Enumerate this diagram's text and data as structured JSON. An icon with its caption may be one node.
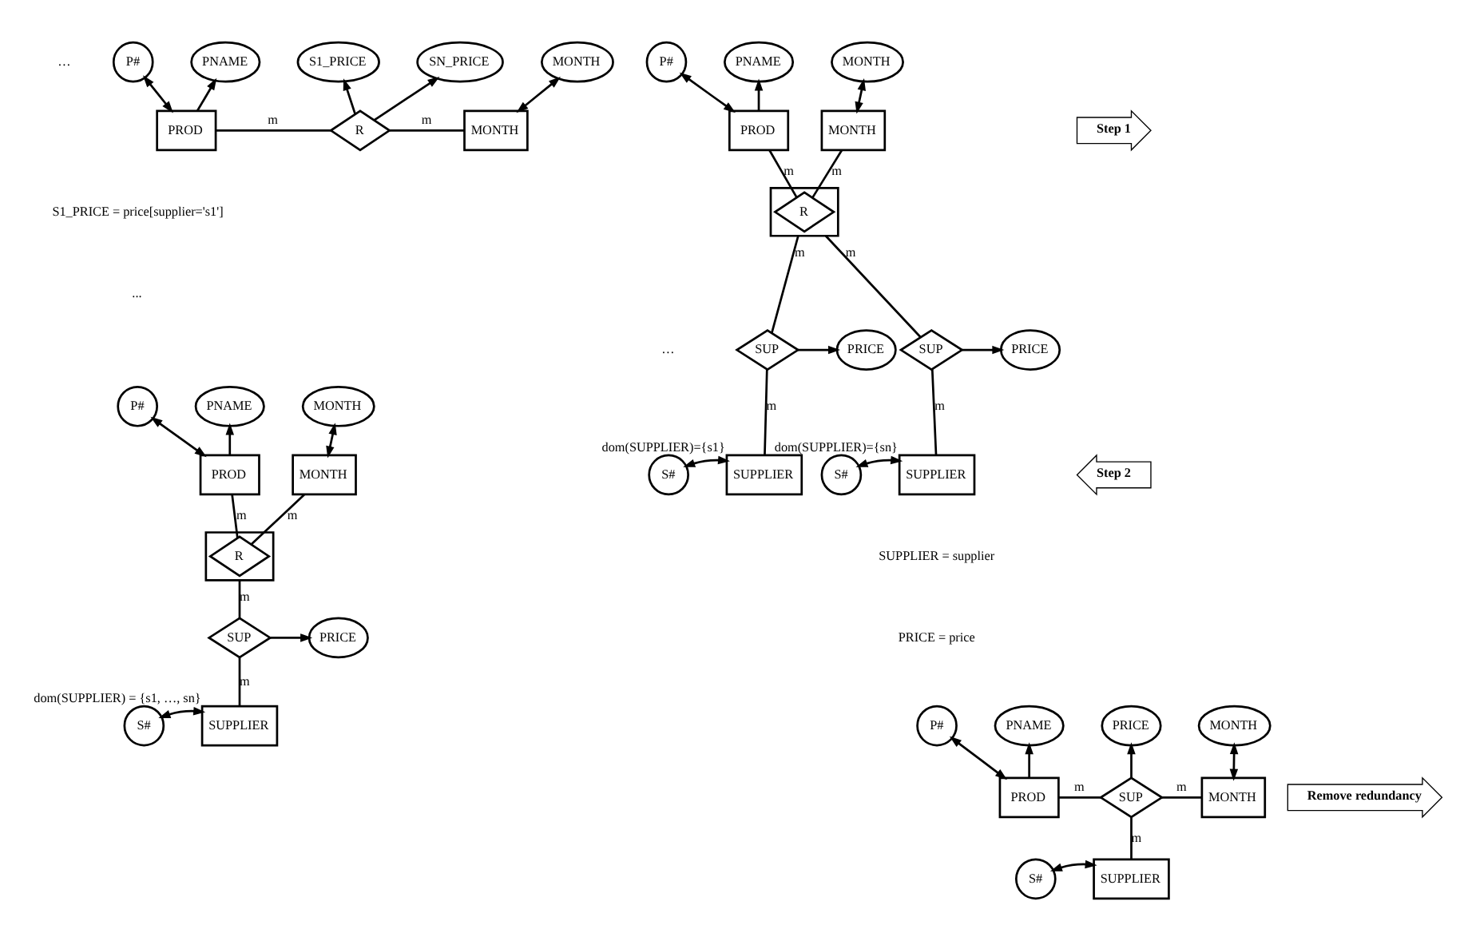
{
  "diagram": {
    "nodes": [
      {
        "text": [
          "P#"
        ]
      },
      {
        "text": [
          "PNAME"
        ]
      },
      {
        "text": [
          "S1_PRICE"
        ]
      },
      {
        "text": [
          "SN_PRICE"
        ]
      },
      {
        "text": [
          "MONTH"
        ]
      },
      {
        "text": [
          "PROD"
        ]
      },
      {
        "text": [
          "R"
        ]
      },
      {
        "text": [
          "MONTH"
        ]
      },
      {
        "text": [
          "P#"
        ]
      },
      {
        "text": [
          "PNAME"
        ]
      },
      {
        "text": [
          "MONTH"
        ]
      },
      {
        "text": [
          "PROD"
        ]
      },
      {
        "text": [],
        "shape": "box"
      },
      {
        "text": [
          "R"
        ],
        "in": 12
      },
      {
        "text": [
          "MONTH"
        ]
      },
      {
        "text": [
          "PRICE"
        ]
      },
      {
        "text": [
          "SUP"
        ]
      },
      {
        "text": [
          "SUP"
        ]
      },
      {
        "text": [
          "PRICE"
        ]
      },
      {
        "text": [
          "S#"
        ]
      },
      {
        "text": [
          "SUPPLIER"
        ],
        "beside": [
          "dom(SUPPLIER)={s1}"
        ]
      },
      {
        "text": [
          "SUPPLIER"
        ],
        "beside": [
          "dom(SUPPLIER)={sn}"
        ]
      },
      {
        "text": [
          "S#"
        ]
      },
      {
        "text": [
          "P#"
        ]
      },
      {
        "text": [
          "PNAME"
        ]
      },
      {
        "text": [
          "MONTH"
        ]
      },
      {
        "text": [
          "PROD"
        ]
      },
      {
        "text": [],
        "shape": "box"
      },
      {
        "text": [
          "R"
        ],
        "in": 27
      },
      {
        "text": [
          "MONTH"
        ]
      },
      {
        "text": [
          "PRICE"
        ]
      },
      {
        "text": [
          "SUP"
        ]
      },
      {
        "text": [
          "S#"
        ]
      },
      {
        "text": [
          "SUPPLIER"
        ],
        "beside": [
          "dom(SUPPLIER) = {s1, …, sn}"
        ]
      },
      {
        "text": [
          "P#"
        ]
      },
      {
        "text": [
          "PNAME"
        ]
      },
      {
        "text": [
          "PRICE"
        ]
      },
      {
        "text": [
          "MONTH"
        ]
      },
      {
        "text": [
          "PROD"
        ]
      },
      {
        "text": [
          "SUP"
        ]
      },
      {
        "text": [
          "MONTH"
        ]
      },
      {
        "text": [
          "S#"
        ]
      },
      {
        "text": [
          "SUPPLIER"
        ]
      },
      {
        "text": [
          "Step 1"
        ]
      },
      {
        "text": [
          "Step 2"
        ]
      },
      {
        "text": [
          "Remove redundancy"
        ]
      }
    ],
    "edges": [
      {
        "from": 0,
        "to": 5,
        "arrow": "both"
      },
      {
        "from": 5,
        "to": 1,
        "arrow": "to"
      },
      {
        "from": 6,
        "to": 2,
        "arrow": "to"
      },
      {
        "from": 6,
        "to": 3,
        "arrow": "to"
      },
      {
        "from": 5,
        "to": 6,
        "arrow": "none",
        "label": "m"
      },
      {
        "from": 6,
        "to": 7,
        "arrow": "none",
        "label": "m"
      },
      {
        "from": 7,
        "to": 4,
        "arrow": "both"
      },
      {
        "from": 8,
        "to": 11,
        "arrow": "both"
      },
      {
        "from": 11,
        "to": 9,
        "arrow": "to"
      },
      {
        "from": 14,
        "to": 10,
        "arrow": "both"
      },
      {
        "from": 11,
        "to": 13,
        "arrow": "none",
        "label": "m"
      },
      {
        "from": 13,
        "to": 14,
        "arrow": "none",
        "label": "m"
      },
      {
        "from": 12,
        "to": 16,
        "arrow": "none",
        "label": "m"
      },
      {
        "from": 12,
        "to": 17,
        "arrow": "none",
        "label": "m"
      },
      {
        "from": 16,
        "to": 15,
        "arrow": "to"
      },
      {
        "from": 17,
        "to": 18,
        "arrow": "to"
      },
      {
        "from": 16,
        "to": 20,
        "arrow": "none",
        "label": "m"
      },
      {
        "from": 17,
        "to": 21,
        "arrow": "none",
        "label": "m"
      },
      {
        "from": 19,
        "to": 20,
        "arrow": "both"
      },
      {
        "from": 22,
        "to": 21,
        "arrow": "both"
      },
      {
        "from": 23,
        "to": 26,
        "arrow": "both"
      },
      {
        "from": 26,
        "to": 24,
        "arrow": "to"
      },
      {
        "from": 29,
        "to": 25,
        "arrow": "both"
      },
      {
        "from": 26,
        "to": 28,
        "arrow": "none",
        "label": "m"
      },
      {
        "from": 28,
        "to": 29,
        "arrow": "none",
        "label": "m"
      },
      {
        "from": 27,
        "to": 31,
        "arrow": "none",
        "label": "m"
      },
      {
        "from": 31,
        "to": 30,
        "arrow": "to"
      },
      {
        "from": 31,
        "to": 33,
        "arrow": "none",
        "label": "m"
      },
      {
        "from": 32,
        "to": 33,
        "arrow": "both"
      },
      {
        "from": 34,
        "to": 38,
        "arrow": "both"
      },
      {
        "from": 38,
        "to": 35,
        "arrow": "to"
      },
      {
        "from": 39,
        "to": 36,
        "arrow": "to"
      },
      {
        "from": 40,
        "to": 37,
        "arrow": "both"
      },
      {
        "from": 38,
        "to": 39,
        "arrow": "none",
        "label": "m"
      },
      {
        "from": 39,
        "to": 40,
        "arrow": "none",
        "label": "m"
      },
      {
        "from": 39,
        "to": 42,
        "arrow": "none",
        "label": "m"
      },
      {
        "from": 41,
        "to": 42,
        "arrow": "both"
      }
    ],
    "labels": [
      "…",
      "S1_PRICE = price[supplier='s1']",
      "...",
      "…",
      "SUPPLIER = supplier",
      "PRICE = price"
    ]
  }
}
